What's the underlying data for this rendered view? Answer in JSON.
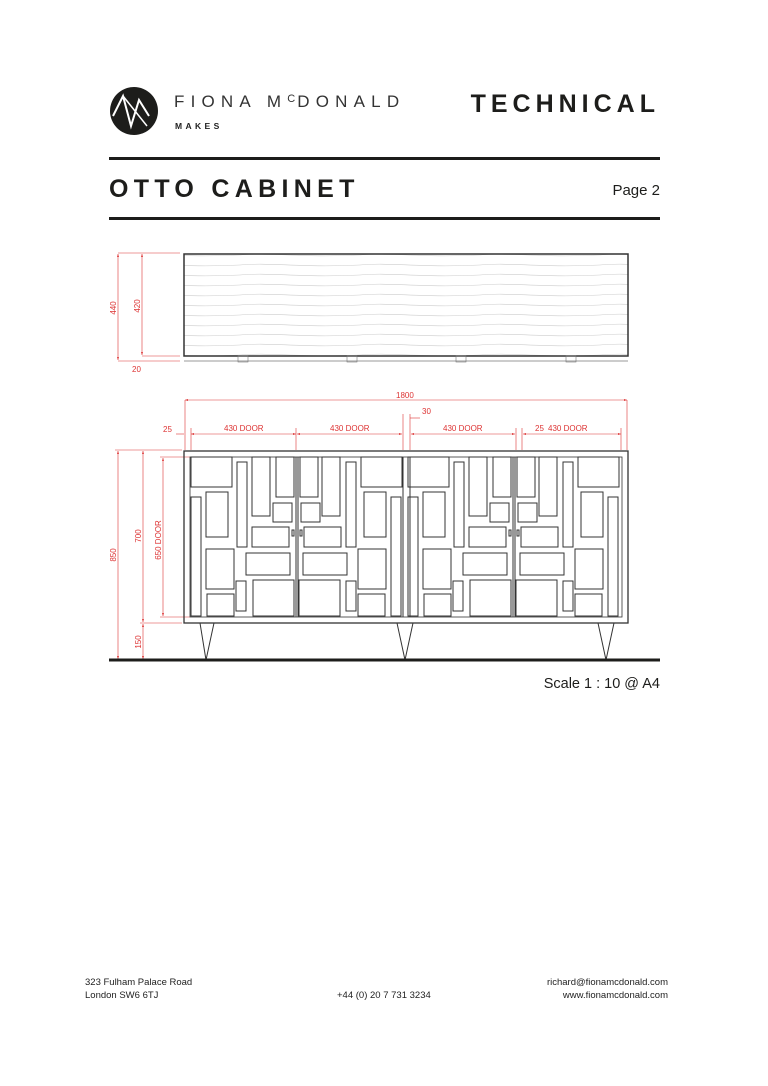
{
  "header": {
    "brand_name": "FIONA M",
    "brand_sup": "C",
    "brand_name_rest": "DONALD",
    "brand_sub": "MAKES",
    "doc_type": "TECHNICAL",
    "logo_icon": "circle-mountain-logo-icon"
  },
  "title": {
    "product": "OTTO CABINET",
    "page": "Page 2"
  },
  "drawing": {
    "top_view": {
      "dims": {
        "height_total": "440",
        "height_body": "420",
        "plinth": "20"
      }
    },
    "front_view": {
      "dims": {
        "overall_width": "1800",
        "side_margin": "25",
        "center_gap": "30",
        "door_1": "430 DOOR",
        "door_2": "430 DOOR",
        "door_3": "430 DOOR",
        "door_4_margin": "25",
        "door_4": "430 DOOR",
        "height_total": "850",
        "height_body": "700",
        "door_height": "650 DOOR",
        "leg_height": "150"
      }
    },
    "scale": "Scale 1 : 10 @ A4",
    "colors": {
      "dimension": "#dd3333",
      "line": "#333333"
    }
  },
  "footer": {
    "address_line1": "323 Fulham Palace Road",
    "address_line2": "London SW6 6TJ",
    "phone": "+44 (0) 20 7 731 3234",
    "email": "richard@fionamcdonald.com",
    "website": "www.fionamcdonald.com"
  }
}
